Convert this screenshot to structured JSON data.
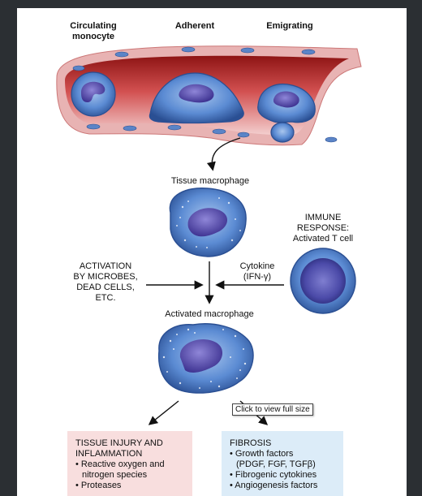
{
  "vessel_labels": {
    "circulating": [
      "Circulating",
      "monocyte"
    ],
    "adherent": "Adherent",
    "emigrating": "Emigrating"
  },
  "tissue_macrophage": "Tissue macrophage",
  "immune_response": [
    "IMMUNE",
    "RESPONSE:",
    "Activated T cell"
  ],
  "activation": [
    "ACTIVATION",
    "BY MICROBES,",
    "DEAD CELLS,",
    "ETC."
  ],
  "cytokine": [
    "Cytokine",
    "(IFN-γ)"
  ],
  "activated_macrophage": "Activated macrophage",
  "tooltip": "Click to view full size",
  "injury_box": {
    "title": [
      "TISSUE INJURY AND",
      "INFLAMMATION"
    ],
    "items": [
      "• Reactive oxygen and",
      "   nitrogen species",
      "• Proteases"
    ]
  },
  "fibrosis_box": {
    "title": "FIBROSIS",
    "items": [
      "• Growth factors",
      "   (PDGF, FGF, TGFβ)",
      "• Fibrogenic cytokines",
      "• Angiogenesis factors"
    ]
  },
  "colors": {
    "vessel_wall": "#e9a8a8",
    "lumen": "#b71c1c",
    "cell": "#3f6fb8",
    "injury_bg": "#f8dede",
    "fibrosis_bg": "#dcecf8"
  }
}
